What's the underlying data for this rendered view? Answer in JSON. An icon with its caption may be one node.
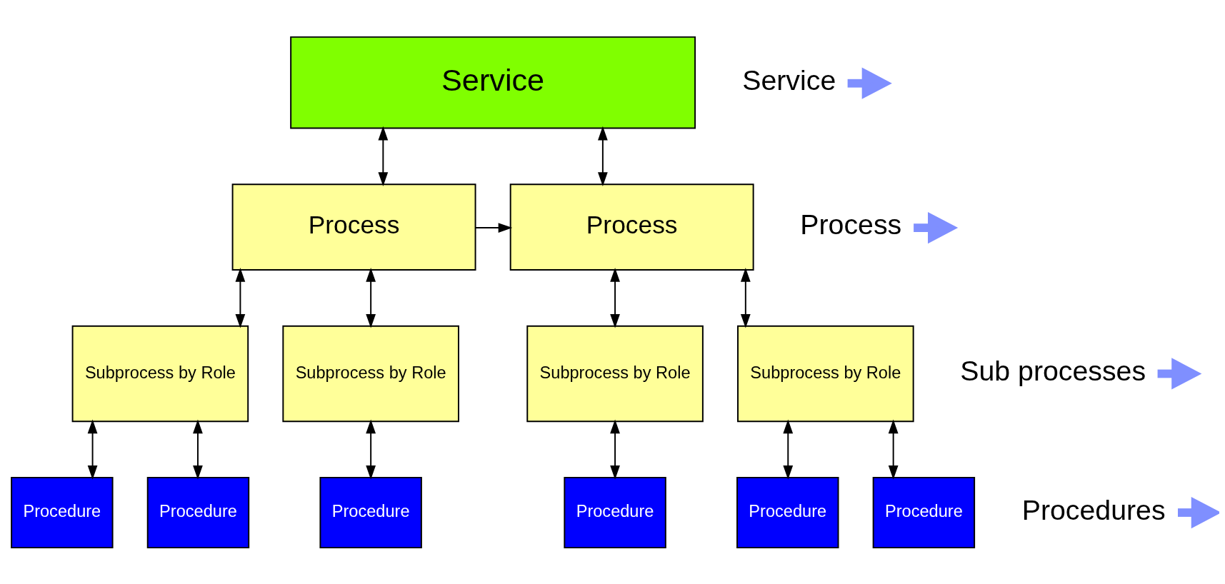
{
  "diagram": {
    "nodes": [
      {
        "text": [
          "Service"
        ]
      },
      {
        "text": [
          "Process"
        ]
      },
      {
        "text": [
          "Process"
        ]
      },
      {
        "text": [
          "Subprocess by Role"
        ]
      },
      {
        "text": [
          "Subprocess by Role"
        ]
      },
      {
        "text": [
          "Subprocess by Role"
        ]
      },
      {
        "text": [
          "Subprocess by Role"
        ]
      },
      {
        "text": [
          "Procedure"
        ]
      },
      {
        "text": [
          "Procedure"
        ]
      },
      {
        "text": [
          "Procedure"
        ]
      },
      {
        "text": [
          "Procedure"
        ]
      },
      {
        "text": [
          "Procedure"
        ]
      },
      {
        "text": [
          "Procedure"
        ]
      },
      {
        "text": [
          "Service"
        ]
      },
      {
        "text": [
          "Process"
        ]
      },
      {
        "text": [
          "Sub processes"
        ]
      },
      {
        "text": [
          "Procedures"
        ]
      }
    ],
    "edges": [
      {
        "from": 0,
        "to": 1,
        "arrow": "both"
      },
      {
        "from": 0,
        "to": 2,
        "arrow": "both"
      },
      {
        "from": 1,
        "to": 2,
        "arrow": "to"
      },
      {
        "from": 1,
        "to": 3,
        "arrow": "both"
      },
      {
        "from": 1,
        "to": 4,
        "arrow": "both"
      },
      {
        "from": 2,
        "to": 5,
        "arrow": "both"
      },
      {
        "from": 2,
        "to": 6,
        "arrow": "both"
      },
      {
        "from": 3,
        "to": 7,
        "arrow": "both"
      },
      {
        "from": 3,
        "to": 8,
        "arrow": "both"
      },
      {
        "from": 4,
        "to": 9,
        "arrow": "both"
      },
      {
        "from": 5,
        "to": 10,
        "arrow": "both"
      },
      {
        "from": 6,
        "to": 11,
        "arrow": "both"
      },
      {
        "from": 6,
        "to": 12,
        "arrow": "both"
      },
      {
        "from": 13,
        "to": null,
        "arrow": "to",
        "style": "thick",
        "color": "#7f8fff"
      },
      {
        "from": 14,
        "to": null,
        "arrow": "to",
        "style": "thick",
        "color": "#7f8fff"
      },
      {
        "from": 15,
        "to": null,
        "arrow": "to",
        "style": "thick",
        "color": "#7f8fff"
      },
      {
        "from": 16,
        "to": null,
        "arrow": "to",
        "style": "thick",
        "color": "#7f8fff"
      }
    ]
  }
}
